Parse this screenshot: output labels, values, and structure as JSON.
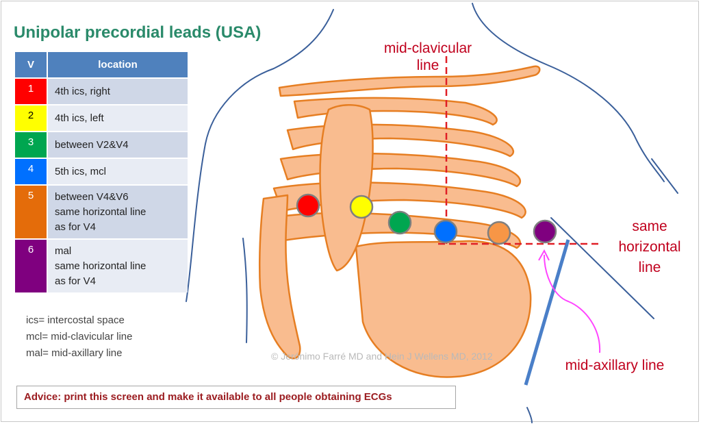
{
  "title": "Unipolar precordial leads (USA)",
  "table": {
    "header_v": "V",
    "header_location": "location",
    "rows": [
      {
        "v": "1",
        "location": "4th ics, right",
        "color": "#ff0000"
      },
      {
        "v": "2",
        "location": "4th ics, left",
        "color": "#ffff00"
      },
      {
        "v": "3",
        "location": "between V2&V4",
        "color": "#00a650"
      },
      {
        "v": "4",
        "location": "5th ics, mcl",
        "color": "#0070ff"
      },
      {
        "v": "5",
        "location": "between V4&V6\nsame horizontal line\nas for V4",
        "color": "#e46c0a"
      },
      {
        "v": "6",
        "location": "mal\nsame horizontal line\nas for V4",
        "color": "#7f007f"
      }
    ]
  },
  "abbreviations": [
    "ics= intercostal space",
    "mcl= mid-clavicular line",
    "mal= mid-axillary line"
  ],
  "labels": {
    "mid_clavicular": "mid-clavicular\nline",
    "same_horizontal": "same\nhorizontal\nline",
    "mid_axillary": "mid-axillary line"
  },
  "copyright": "© Jerónimo Farré MD and Hein J Wellens MD, 2012",
  "advice": "Advice: print this screen and make it available to all people obtaining ECGs",
  "colors": {
    "title": "#2a8a6a",
    "table_header": "#4f81bd",
    "ribcage_fill": "#f9bc8f",
    "ribcage_stroke": "#e67e22",
    "body_outline": "#3a5f9a",
    "guide_line": "#e01e26",
    "label_text": "#c0001d",
    "arrow": "#ff44ff",
    "advice_text": "#9b1c20"
  },
  "electrode_colors": [
    "#ff0000",
    "#ffff00",
    "#00a650",
    "#0070ff",
    "#f79646",
    "#7f007f"
  ]
}
